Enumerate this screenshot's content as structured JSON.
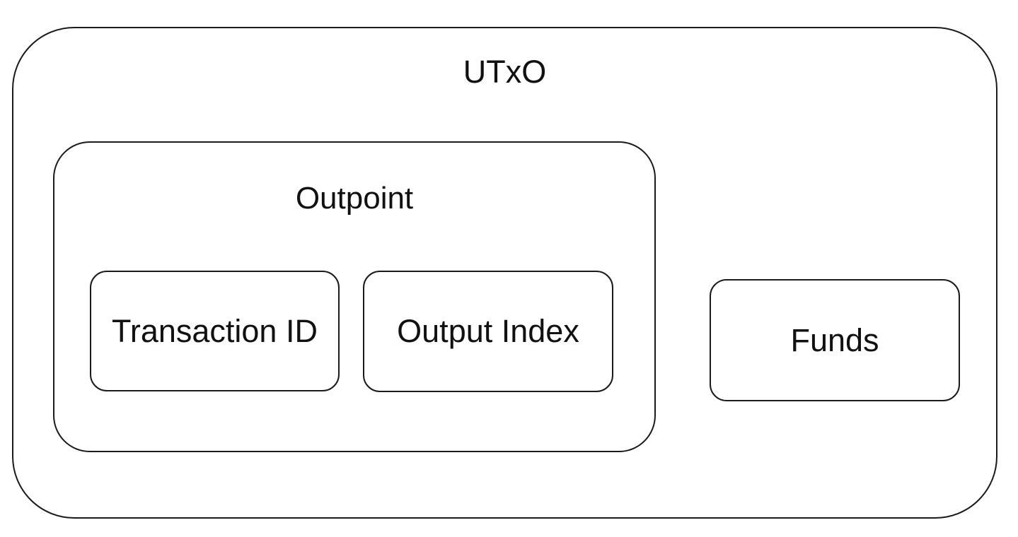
{
  "diagram": {
    "title": "UTxO",
    "outer": {
      "label": "UTxO"
    },
    "outpoint": {
      "label": "Outpoint"
    },
    "transaction_id": {
      "label": "Transaction ID"
    },
    "output_index": {
      "label": "Output Index"
    },
    "funds": {
      "label": "Funds"
    },
    "colors": {
      "stroke": "#1a1a1a",
      "text": "#111111",
      "background": "#ffffff"
    }
  }
}
